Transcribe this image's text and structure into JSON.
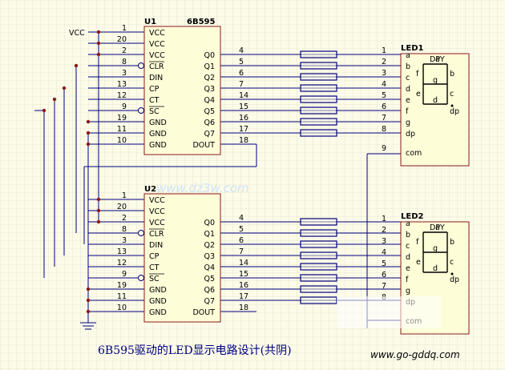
{
  "vcc_label": "VCC",
  "chips": [
    {
      "ref": "U1",
      "part": "6B595",
      "left_pins": [
        {
          "num": "1",
          "name": "VCC"
        },
        {
          "num": "20",
          "name": "VCC"
        },
        {
          "num": "2",
          "name": "VCC"
        },
        {
          "num": "8",
          "name": "CLR"
        },
        {
          "num": "3",
          "name": "DIN"
        },
        {
          "num": "13",
          "name": "CP"
        },
        {
          "num": "12",
          "name": "CT"
        },
        {
          "num": "9",
          "name": "SC"
        },
        {
          "num": "19",
          "name": "GND"
        },
        {
          "num": "11",
          "name": "GND"
        },
        {
          "num": "10",
          "name": "GND"
        }
      ],
      "right_pins": [
        {
          "num": "4",
          "name": "Q0"
        },
        {
          "num": "5",
          "name": "Q1"
        },
        {
          "num": "6",
          "name": "Q2"
        },
        {
          "num": "7",
          "name": "Q3"
        },
        {
          "num": "14",
          "name": "Q4"
        },
        {
          "num": "15",
          "name": "Q5"
        },
        {
          "num": "16",
          "name": "Q6"
        },
        {
          "num": "17",
          "name": "Q7"
        },
        {
          "num": "18",
          "name": "DOUT"
        }
      ]
    },
    {
      "ref": "U2",
      "part": "",
      "left_pins": [
        {
          "num": "1",
          "name": "VCC"
        },
        {
          "num": "20",
          "name": "VCC"
        },
        {
          "num": "2",
          "name": "VCC"
        },
        {
          "num": "8",
          "name": "CLR"
        },
        {
          "num": "3",
          "name": "DIN"
        },
        {
          "num": "13",
          "name": "CP"
        },
        {
          "num": "12",
          "name": "CT"
        },
        {
          "num": "9",
          "name": "SC"
        },
        {
          "num": "19",
          "name": "GND"
        },
        {
          "num": "11",
          "name": "GND"
        },
        {
          "num": "10",
          "name": "GND"
        }
      ],
      "right_pins": [
        {
          "num": "4",
          "name": "Q0"
        },
        {
          "num": "5",
          "name": "Q1"
        },
        {
          "num": "6",
          "name": "Q2"
        },
        {
          "num": "7",
          "name": "Q3"
        },
        {
          "num": "14",
          "name": "Q4"
        },
        {
          "num": "15",
          "name": "Q5"
        },
        {
          "num": "16",
          "name": "Q6"
        },
        {
          "num": "17",
          "name": "Q7"
        },
        {
          "num": "18",
          "name": "DOUT"
        }
      ]
    }
  ],
  "leds": [
    {
      "ref": "LED1",
      "type": "DPY",
      "pins": [
        {
          "num": "1",
          "name": "a"
        },
        {
          "num": "2",
          "name": "b"
        },
        {
          "num": "3",
          "name": "c"
        },
        {
          "num": "4",
          "name": "d"
        },
        {
          "num": "5",
          "name": "e"
        },
        {
          "num": "6",
          "name": "f"
        },
        {
          "num": "7",
          "name": "g"
        },
        {
          "num": "8",
          "name": "dp"
        },
        {
          "num": "9",
          "name": "com"
        }
      ],
      "seg_labels": [
        "a",
        "b",
        "c",
        "d",
        "e",
        "f",
        "g",
        "dp"
      ]
    },
    {
      "ref": "LED2",
      "type": "DPY",
      "pins": [
        {
          "num": "1",
          "name": "a"
        },
        {
          "num": "2",
          "name": "b"
        },
        {
          "num": "3",
          "name": "c"
        },
        {
          "num": "4",
          "name": "d"
        },
        {
          "num": "5",
          "name": "e"
        },
        {
          "num": "6",
          "name": "f"
        },
        {
          "num": "7",
          "name": "g"
        },
        {
          "num": "8",
          "name": "dp"
        },
        {
          "num": "",
          "name": "com"
        }
      ],
      "seg_labels": [
        "a",
        "b",
        "c",
        "d",
        "e",
        "f",
        "g",
        "dp"
      ]
    }
  ],
  "watermark": "www.dz3w.com",
  "caption": "6B595驱动的LED显示电路设计(共阴)",
  "website": "www.go-gddq.com",
  "colors": {
    "background": "#fbfbe8",
    "grid": "#d6d6c4",
    "chip_fill": "#fdfdd8",
    "chip_border": "#8b1a1a",
    "wire": "#000080",
    "title": "#000080"
  }
}
